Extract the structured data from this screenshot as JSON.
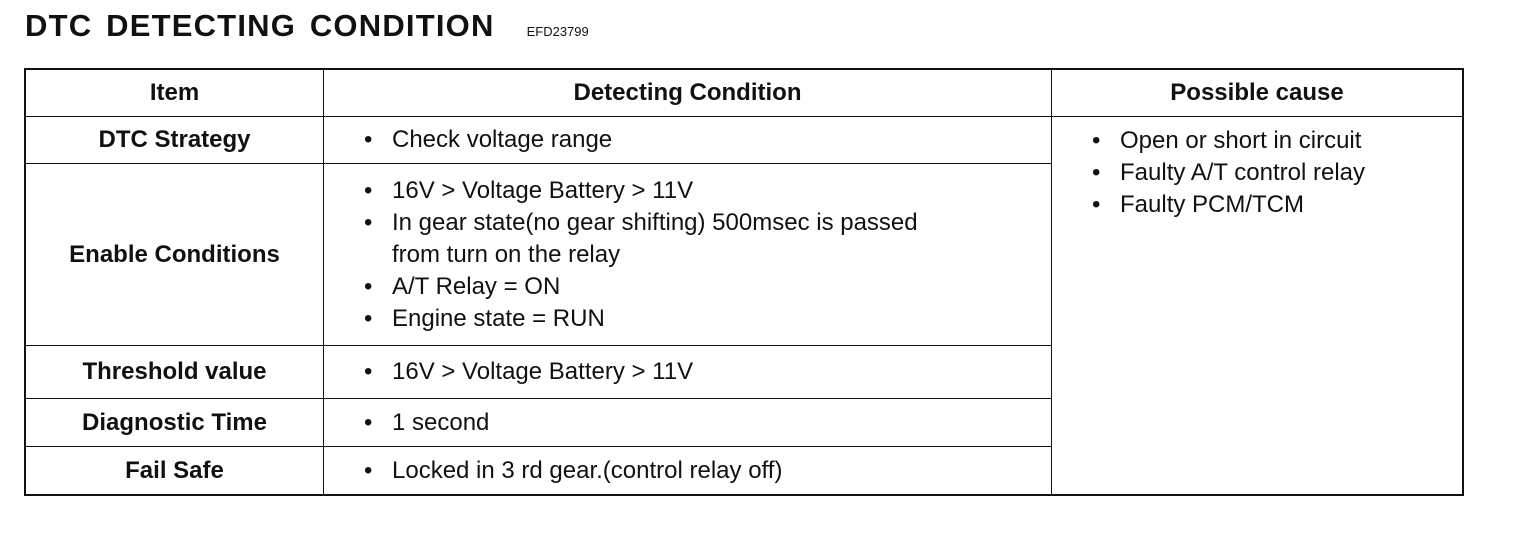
{
  "header": {
    "title": "DTC DETECTING CONDITION",
    "code": "EFD23799"
  },
  "table": {
    "columns": [
      "Item",
      "Detecting Condition",
      "Possible cause"
    ],
    "rows": [
      {
        "item": "DTC Strategy",
        "conditions": [
          "Check voltage range"
        ]
      },
      {
        "item": "Enable Conditions",
        "conditions": [
          "16V > Voltage Battery > 11V",
          "In gear state(no gear shifting) 500msec is passed from turn on the relay",
          "A/T Relay = ON",
          "Engine state = RUN"
        ]
      },
      {
        "item": "Threshold value",
        "conditions": [
          "16V > Voltage Battery > 11V"
        ]
      },
      {
        "item": "Diagnostic Time",
        "conditions": [
          "1 second"
        ]
      },
      {
        "item": "Fail Safe",
        "conditions": [
          "Locked in 3 rd gear.(control relay off)"
        ]
      }
    ],
    "possible_causes": [
      "Open or short in circuit",
      "Faulty A/T control relay",
      "Faulty PCM/TCM"
    ],
    "bullet": "•"
  }
}
